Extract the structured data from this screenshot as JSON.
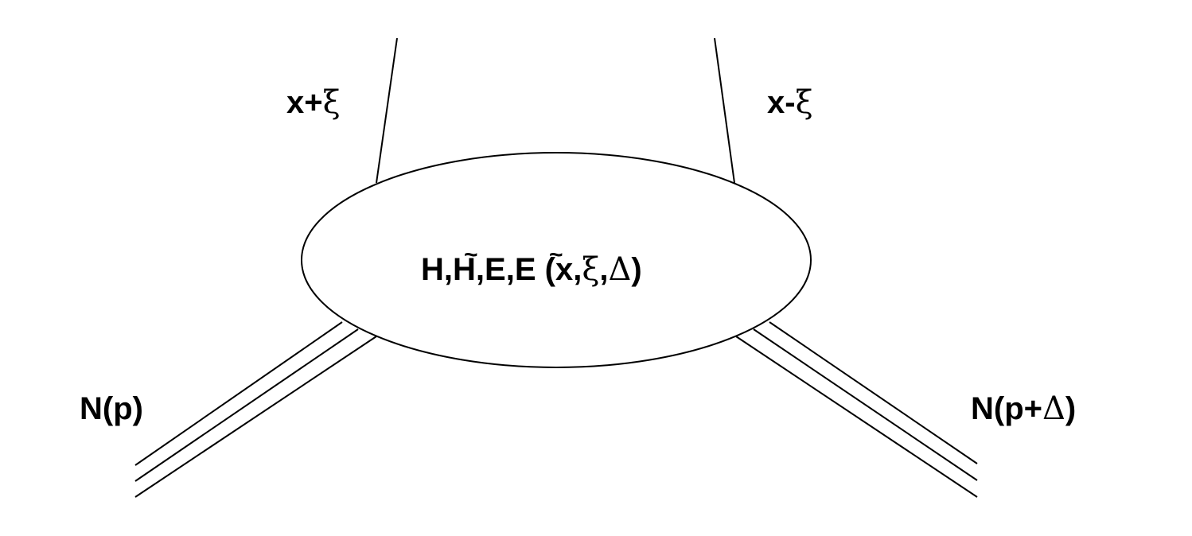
{
  "diagram": {
    "quark_left": {
      "prefix": "x+",
      "greek": "ξ"
    },
    "quark_right": {
      "prefix": "x-",
      "greek": "ξ"
    },
    "blob": {
      "H": "H",
      "comma1": ",",
      "H_tilde": "H",
      "comma2": ",",
      "E": "E",
      "comma3": ",",
      "E_tilde": "E",
      "open_args": " (x,",
      "xi": "ξ",
      "comma4": ",",
      "delta": "Δ",
      "close_args": ")",
      "tilde": "~"
    },
    "nucleon_in": "N(p)",
    "nucleon_out": {
      "prefix": "N(p+",
      "delta": "Δ",
      "suffix": ")"
    }
  },
  "colors": {
    "stroke": "#000000",
    "background": "#ffffff"
  }
}
